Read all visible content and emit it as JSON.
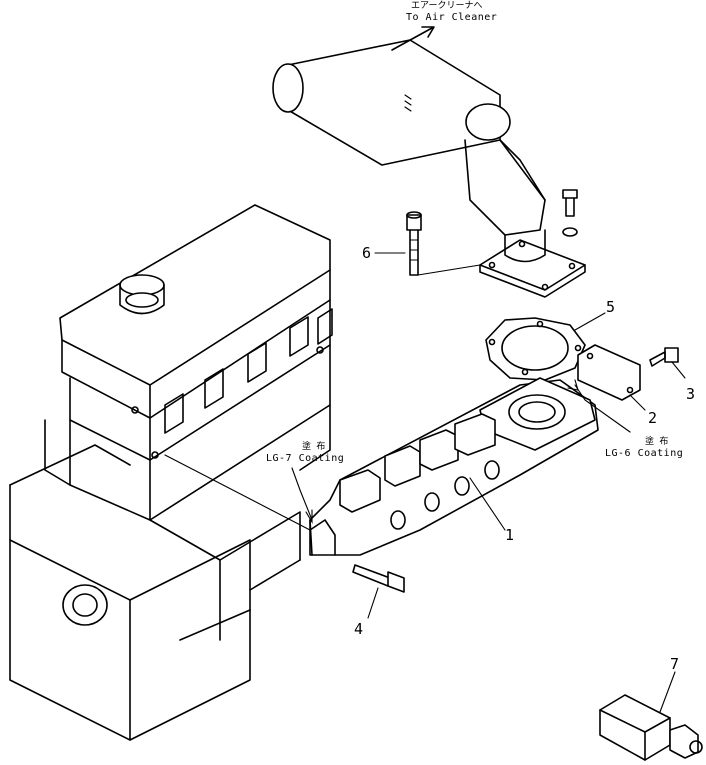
{
  "callouts": {
    "air_cleaner_jp": "エアークリーナへ",
    "air_cleaner_en": "To Air Cleaner",
    "lg7_jp": "塗 布",
    "lg7_en": "LG-7 Coating",
    "lg6_jp": "塗 布",
    "lg6_en": "LG-6 Coating"
  },
  "part_numbers": {
    "p1": "1",
    "p2": "2",
    "p3": "3",
    "p4": "4",
    "p5": "5",
    "p6": "6",
    "p7": "7"
  }
}
